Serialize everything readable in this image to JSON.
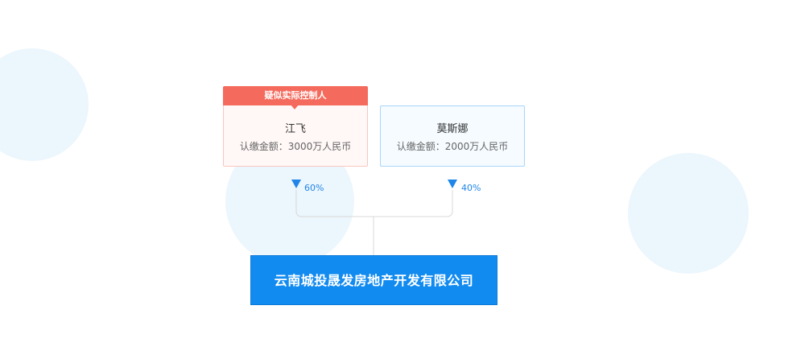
{
  "badge": {
    "label": "疑似实际控制人"
  },
  "shareholders": [
    {
      "name": "江飞",
      "capital": "认缴金额：3000万人民币",
      "percent": "60%"
    },
    {
      "name": "莫斯娜",
      "capital": "认缴金额：2000万人民币",
      "percent": "40%"
    }
  ],
  "company": {
    "name": "云南城投晟发房地产开发有限公司"
  },
  "colors": {
    "badge": "#f46b5d",
    "company": "#128bf1",
    "percent": "#1f86e8",
    "connector": "#d8d8d8"
  }
}
